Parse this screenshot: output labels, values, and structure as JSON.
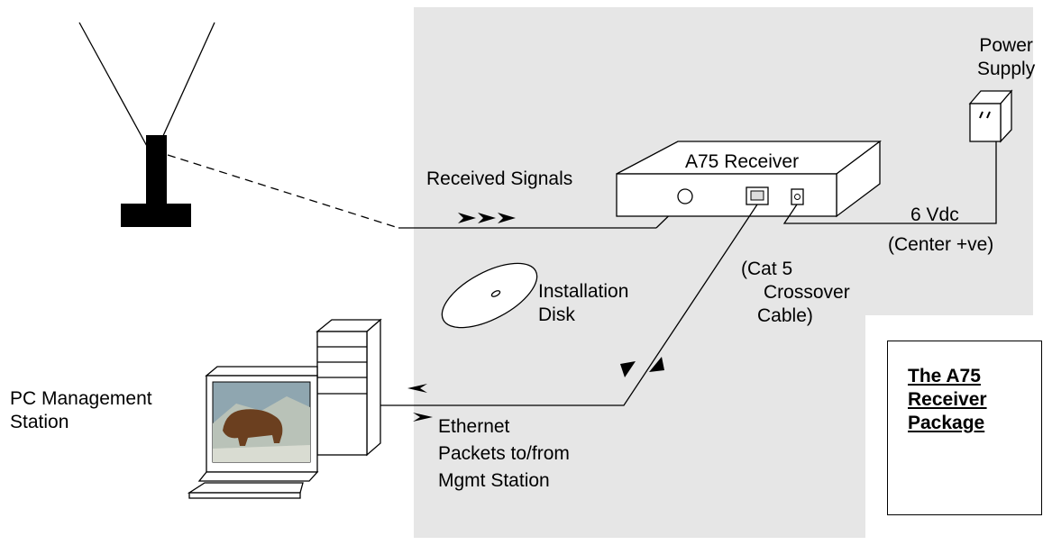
{
  "labels": {
    "power_supply": [
      "Power",
      "Supply"
    ],
    "receiver": "A75 Receiver",
    "received_signals": "Received Signals",
    "voltage": "6 Vdc",
    "polarity": "(Center +ve)",
    "cable": [
      "(Cat 5",
      "Crossover",
      "Cable)"
    ],
    "installation_disk": [
      "Installation",
      "Disk"
    ],
    "pc_station": [
      "PC Management",
      "Station"
    ],
    "ethernet": [
      "Ethernet",
      "Packets to/from",
      "Mgmt Station"
    ]
  },
  "title_box": [
    "The A75",
    "Receiver",
    "Package"
  ],
  "colors": {
    "package_area": "#e6e6e6",
    "line": "#000000",
    "monitor_screen": "#8fa6b0"
  },
  "icons": [
    "antenna-icon",
    "power-supply-icon",
    "receiver-box-icon",
    "installation-disk-icon",
    "pc-tower-icon",
    "monitor-icon",
    "keyboard-icon"
  ]
}
